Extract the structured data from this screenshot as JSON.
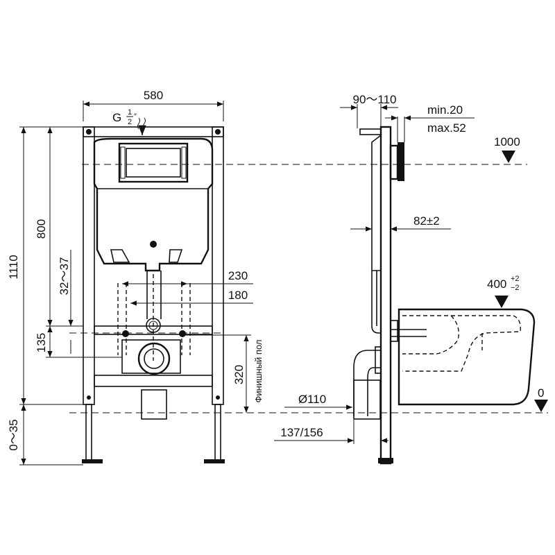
{
  "dimensions": {
    "width_580": "580",
    "inlet_g": "G",
    "inlet_num": "1",
    "inlet_den": "2",
    "inlet_mark": "″",
    "height_1110": "1110",
    "height_800": "800",
    "range_32_37": "32～37",
    "height_135": "135",
    "range_0_35": "0～35",
    "spacing_230": "230",
    "spacing_180": "180",
    "height_320": "320",
    "depth_90_110": "90～110",
    "min_20": "min.20",
    "max_52": "max.52",
    "level_1000": "1000",
    "depth_82": "82±2",
    "level_400": "400",
    "tol_plus": "+2",
    "tol_minus": "−2",
    "pipe_110": "Ø110",
    "offset_137_156": "137/156",
    "level_0": "0"
  },
  "labels": {
    "finished_floor": "Финишный пол"
  }
}
